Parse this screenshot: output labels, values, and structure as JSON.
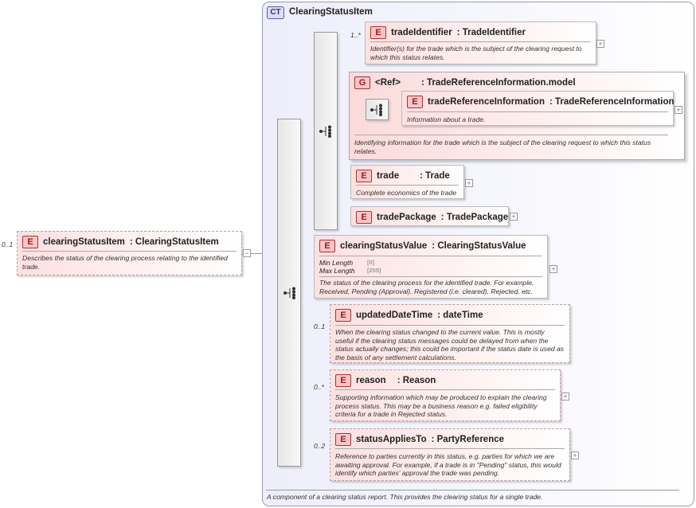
{
  "root": {
    "cardinality": "0..1",
    "badge": "E",
    "name": "clearingStatusItem",
    "type": ": ClearingStatusItem",
    "doc": "Describes the status of the clearing process relating to the identified trade.",
    "collapse": "−"
  },
  "complex_type": {
    "badge": "CT",
    "name": "ClearingStatusItem",
    "doc": "A component of a clearing status report. This provides the clearing status for a single trade."
  },
  "elements": {
    "tradeIdentifier": {
      "cardinality": "1..*",
      "badge": "E",
      "name": "tradeIdentifier",
      "type": ": TradeIdentifier",
      "doc": "Identifier(s) for the trade which is the subject of the clearing request to which this status relates.",
      "expand": "+"
    },
    "group": {
      "badge": "G",
      "name": "<Ref>",
      "type": ": TradeReferenceInformation.model",
      "doc": "Identifying information for the trade which is the subject of the clearing request to which this status relates."
    },
    "tradeReferenceInformation": {
      "badge": "E",
      "name": "tradeReferenceInformation",
      "type": ": TradeReferenceInformation",
      "doc": "Information about a trade.",
      "expand": "+"
    },
    "trade": {
      "badge": "E",
      "name": "trade",
      "type": ": Trade",
      "doc": "Complete economics of the trade",
      "expand": "+"
    },
    "tradePackage": {
      "badge": "E",
      "name": "tradePackage",
      "type": ": TradePackage",
      "expand": "+"
    },
    "clearingStatusValue": {
      "badge": "E",
      "name": "clearingStatusValue",
      "type": ": ClearingStatusValue",
      "facet1_label": "Min Length",
      "facet1_value": "[0]",
      "facet2_label": "Max Length",
      "facet2_value": "[255]",
      "doc": "The status of the clearing process for the identified trade. For example, Received, Pending (Approval), Registered (i.e. cleared), Rejected, etc.",
      "expand": "+"
    },
    "updatedDateTime": {
      "cardinality": "0..1",
      "badge": "E",
      "name": "updatedDateTime",
      "type": ": dateTime",
      "doc": "When the clearing status changed to the current value. This is mostly useful if the clearing status messages could be delayed from when the status actually changes; this could be important if the status date is used as the basis of any settlement calculations."
    },
    "reason": {
      "cardinality": "0..*",
      "badge": "E",
      "name": "reason",
      "type": ": Reason",
      "doc": "Supporting information which may be produced to explain the clearing process status. This may be a business reason e.g. failed eligibility criteria for a trade in Rejected status.",
      "expand": "+"
    },
    "statusAppliesTo": {
      "cardinality": "0..2",
      "badge": "E",
      "name": "statusAppliesTo",
      "type": ": PartyReference",
      "doc": "Reference to parties currently in this status, e.g. parties for which we are awaiting approval. For example, if a trade is in \"Pending\" status, this would identify which parties' approval the trade was pending.",
      "expand": "+"
    }
  }
}
